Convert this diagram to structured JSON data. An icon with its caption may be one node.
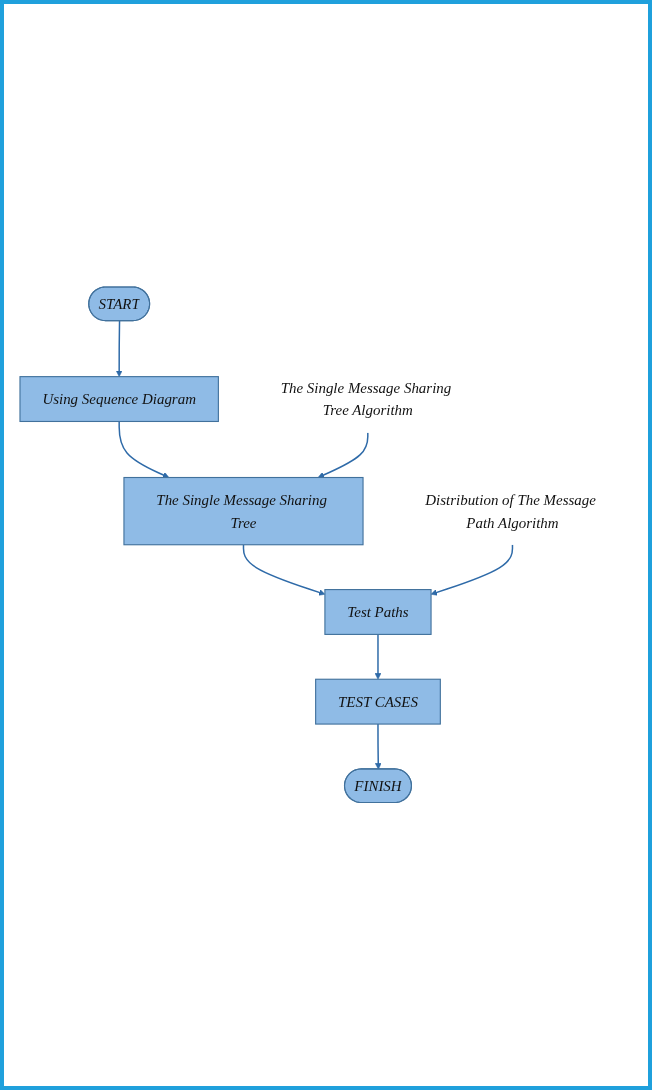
{
  "diagram": {
    "nodes": [
      {
        "text": [
          "START"
        ]
      },
      {
        "text": [
          "Using Sequence Diagram"
        ]
      },
      {
        "text": [
          "The Single Message Sharing Tree Algorithm"
        ]
      },
      {
        "text": [
          "The Single Message Sharing Tree"
        ]
      },
      {
        "text": [
          "Distribution of The Message Path Algorithm"
        ]
      },
      {
        "text": [
          "Test Paths"
        ]
      },
      {
        "text": [
          "TEST CASES"
        ]
      },
      {
        "text": [
          "FINISH"
        ]
      }
    ],
    "edges": [
      {
        "from": 0,
        "to": 1,
        "arrow": "to"
      },
      {
        "from": 1,
        "to": 3,
        "arrow": "to"
      },
      {
        "from": 2,
        "to": 3,
        "arrow": "to"
      },
      {
        "from": 3,
        "to": 5,
        "arrow": "to"
      },
      {
        "from": 4,
        "to": 5,
        "arrow": "to"
      },
      {
        "from": 5,
        "to": 6,
        "arrow": "to"
      },
      {
        "from": 6,
        "to": 7,
        "arrow": "to"
      }
    ]
  }
}
